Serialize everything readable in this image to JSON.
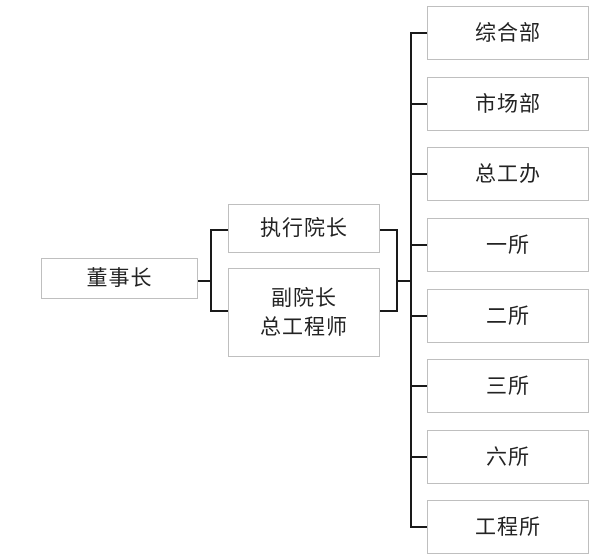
{
  "chart_data": {
    "type": "diagram",
    "subtype": "organization-chart",
    "title": "",
    "orientation": "left-to-right",
    "levels": 3,
    "nodes": [
      {
        "id": "chairman",
        "label": "董事长",
        "level": 1
      },
      {
        "id": "executive-dean",
        "label": "执行院长",
        "level": 2
      },
      {
        "id": "vice-dean",
        "label": "副院长",
        "label2": "总工程师",
        "level": 2
      },
      {
        "id": "dept-general",
        "label": "综合部",
        "level": 3
      },
      {
        "id": "dept-market",
        "label": "市场部",
        "level": 3
      },
      {
        "id": "dept-chief-eng-office",
        "label": "总工办",
        "level": 3
      },
      {
        "id": "institute-1",
        "label": "一所",
        "level": 3
      },
      {
        "id": "institute-2",
        "label": "二所",
        "level": 3
      },
      {
        "id": "institute-3",
        "label": "三所",
        "level": 3
      },
      {
        "id": "institute-6",
        "label": "六所",
        "level": 3
      },
      {
        "id": "institute-engineering",
        "label": "工程所",
        "level": 3
      }
    ],
    "edges": [
      {
        "from": "chairman",
        "to": "executive-dean"
      },
      {
        "from": "chairman",
        "to": "vice-dean"
      },
      {
        "from": "executive-dean",
        "to": "dept-general"
      },
      {
        "from": "executive-dean",
        "to": "dept-market"
      },
      {
        "from": "executive-dean",
        "to": "dept-chief-eng-office"
      },
      {
        "from": "executive-dean",
        "to": "institute-1"
      },
      {
        "from": "executive-dean",
        "to": "institute-2"
      },
      {
        "from": "executive-dean",
        "to": "institute-3"
      },
      {
        "from": "executive-dean",
        "to": "institute-6"
      },
      {
        "from": "executive-dean",
        "to": "institute-engineering"
      }
    ],
    "colors": {
      "box_border": "#bfbfbf",
      "box_fill": "#ffffff",
      "connector": "#1a1a1a",
      "text": "#232323",
      "background": "#ffffff"
    }
  },
  "level1": {
    "chairman": "董事长"
  },
  "level2": {
    "executive_dean": "执行院长",
    "vice_dean_line1": "副院长",
    "vice_dean_line2": "总工程师"
  },
  "level3": {
    "items": [
      {
        "label": "综合部"
      },
      {
        "label": "市场部"
      },
      {
        "label": "总工办"
      },
      {
        "label": "一所"
      },
      {
        "label": "二所"
      },
      {
        "label": "三所"
      },
      {
        "label": "六所"
      },
      {
        "label": "工程所"
      }
    ]
  }
}
